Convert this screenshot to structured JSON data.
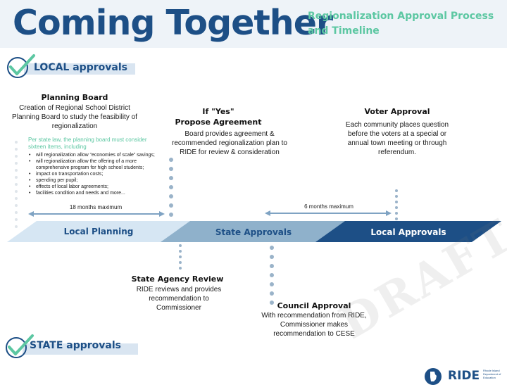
{
  "header": {
    "title": "Coming Together",
    "subtitle": "Regionalization Approval Process and Timeline"
  },
  "sections": {
    "local": "LOCAL approvals",
    "state": "STATE approvals"
  },
  "planning_board": {
    "title": "Planning Board",
    "text": "Creation of Regional School District Planning Board to study the feasibility of regionalization",
    "note_intro": "Per state law, the planning board must consider sixteen items, including",
    "items": [
      "will regionalization allow “economies of scale” savings;",
      "will regionalization allow the offering of a more comprehensive program for high school students;",
      "impact on transportation costs;",
      "spending per pupil;",
      "effects of local labor agreements;",
      "facilities condition and needs and more..."
    ]
  },
  "propose": {
    "title_line1": "If \"Yes\"",
    "title_line2": "Propose Agreement",
    "text": "Board provides agreement & recommended regionalization plan to RIDE for review & consideration"
  },
  "voter": {
    "title": "Voter Approval",
    "text": "Each community places question before the voters at a special or annual town meeting or through referendum."
  },
  "timeline": {
    "span1": "18 months maximum",
    "span2": "6 months maximum",
    "phases": [
      "Local Planning",
      "State Approvals",
      "Local Approvals"
    ]
  },
  "state_review": {
    "title": "State Agency Review",
    "text": "RIDE reviews and provides recommendation to Commissioner"
  },
  "council": {
    "title": "Council Approval",
    "text": "With recommendation from RIDE, Commissioner makes recommendation to CESE"
  },
  "watermark": "DRAFT",
  "logo": {
    "word": "RIDE",
    "sub": "Rhode Island Department of Education"
  },
  "colors": {
    "navy": "#1d4f86",
    "mint": "#5cc7a2",
    "phase1": "#d6e6f3",
    "phase2": "#8fb1cb",
    "phase3": "#1d4f86",
    "dots": "#9ab3c9"
  }
}
